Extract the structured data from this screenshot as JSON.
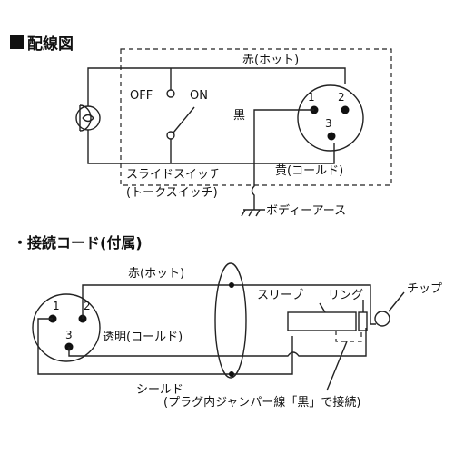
{
  "wiring": {
    "heading": "配線図",
    "off_label": "OFF",
    "on_label": "ON",
    "red_label": "赤(ホット)",
    "black_label": "黒",
    "yellow_label": "黄(コールド)",
    "pin1": "1",
    "pin2": "2",
    "pin3": "3",
    "switch_label1": "スライドスイッチ",
    "switch_label2": "(トークスイッチ)",
    "ground_label": "ボディーアース"
  },
  "cord": {
    "heading": "・接続コード(付属)",
    "red_label": "赤(ホット)",
    "pin1": "1",
    "pin2": "2",
    "pin3": "3",
    "clear_label": "透明(コールド)",
    "shield_label": "シールド",
    "sleeve_label": "スリーブ",
    "ring_label": "リング",
    "tip_label": "チップ",
    "jumper_note": "(プラグ内ジャンパー線「黒」で接続)"
  },
  "colors": {
    "line": "#222222",
    "text": "#111111"
  }
}
